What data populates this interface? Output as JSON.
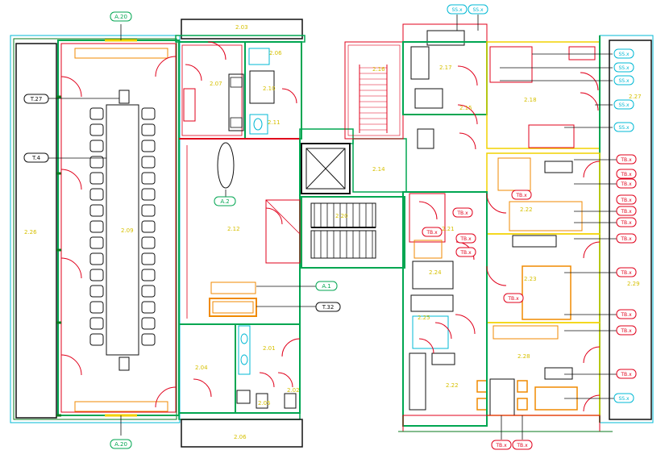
{
  "colors": {
    "wall": "#00a651",
    "wall_dark": "#0a7a1e",
    "red": "#e0001b",
    "orange": "#f08a00",
    "yellow": "#f2d200",
    "cyan": "#00b8d4",
    "black": "#111111",
    "grey": "#8a8a8a",
    "room_text": "#d6c000"
  },
  "rooms": [
    {
      "id": "2.26",
      "label": "2.26"
    },
    {
      "id": "2.03",
      "label": "2.03"
    },
    {
      "id": "2.06a",
      "label": "2.06"
    },
    {
      "id": "2.07",
      "label": "2.07"
    },
    {
      "id": "2.09",
      "label": "2.09"
    },
    {
      "id": "2.10",
      "label": "2.10"
    },
    {
      "id": "2.11",
      "label": "2.11"
    },
    {
      "id": "2.12",
      "label": "2.12"
    },
    {
      "id": "2.04",
      "label": "2.04"
    },
    {
      "id": "2.01",
      "label": "2.01"
    },
    {
      "id": "2.02",
      "label": "2.02"
    },
    {
      "id": "2.05",
      "label": "2.05"
    },
    {
      "id": "2.06b",
      "label": "2.06"
    },
    {
      "id": "2.16",
      "label": "2.16"
    },
    {
      "id": "2.14",
      "label": "2.14"
    },
    {
      "id": "2.17",
      "label": "2.17"
    },
    {
      "id": "2.15",
      "label": "2.15"
    },
    {
      "id": "2.18",
      "label": "2.18"
    },
    {
      "id": "2.27",
      "label": "2.27"
    },
    {
      "id": "2.20",
      "label": "2.20"
    },
    {
      "id": "2.21",
      "label": "2.21"
    },
    {
      "id": "2.22",
      "label": "2.22"
    },
    {
      "id": "2.23",
      "label": "2.23"
    },
    {
      "id": "2.25",
      "label": "2.25"
    },
    {
      "id": "2.24",
      "label": "2.24"
    },
    {
      "id": "2.28",
      "label": "2.28"
    },
    {
      "id": "2.29",
      "label": "2.29"
    }
  ],
  "tags": {
    "a20_top": "A.20",
    "a20_bottom": "A.20",
    "a2": "A.2",
    "a1": "A.1",
    "t27": "T.27",
    "t4": "T.4",
    "t32": "T.32",
    "ss1": "SS.x",
    "ss2": "SS.x",
    "ss_r1": "SS.x",
    "ss_r2": "SS.x",
    "ss_r3": "SS.x",
    "ss_r4": "SS.x",
    "ss_r5": "SS.x",
    "ss_r6": "SS.x",
    "tb_r1": "TB.x",
    "tb_r2": "TB.x",
    "tb_r3": "TB.x",
    "tb_r4": "TB.x",
    "tb_r5": "TB.x",
    "tb_r6": "TB.x",
    "tb_r7": "TB.x",
    "tb_r8": "TB.x",
    "tb_r9": "TB.x",
    "tb_r10": "TB.x",
    "tb_r11": "TB.x",
    "tb_c1": "TB.x",
    "tb_c2": "TB.x",
    "tb_c3": "TB.x",
    "tb_c4": "TB.x",
    "tb_c5": "TB.x",
    "tb_b1": "TB.x",
    "tb_b2": "TB.x"
  }
}
